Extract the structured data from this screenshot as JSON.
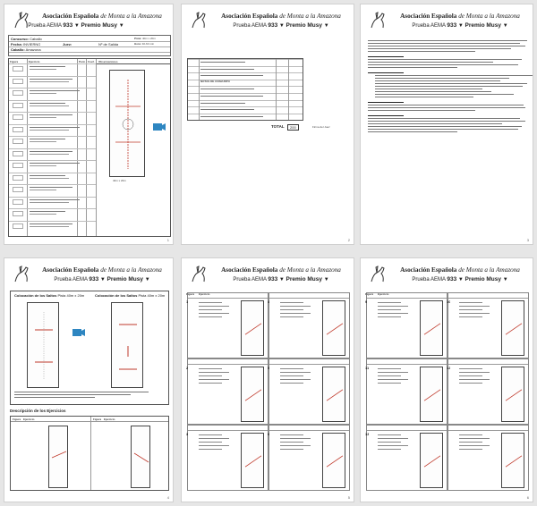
{
  "header": {
    "assoc_prefix": "Asociación Española",
    "assoc_de": "de",
    "assoc_mid": "Monta a la",
    "assoc_suffix": "Amazona",
    "prueba": "Prueba AEMA",
    "prueba_num": "933",
    "premio": "Premio Musy",
    "triangle": "▼"
  },
  "pages": {
    "p1_num": "1",
    "p2_num": "2",
    "p3_num": "3",
    "p4_num": "4",
    "p5_num": "5",
    "p6_num": "6"
  },
  "form": {
    "concurso_label": "Concurso:",
    "concurso_value": "Caballo",
    "fecha_label": "Fecha:",
    "fecha_value": "INVIERNO",
    "caballo_label": "Caballo:",
    "caballo_value": "Amazona",
    "juez_label": "Juez:",
    "pista_label": "Pista:",
    "pista_value": "40m x 20m",
    "hora_label": "Hora:",
    "hora_value": "40-60 min",
    "n_label": "Nº de Salida"
  },
  "table": {
    "figura": "Figura",
    "ejercicio": "Ejercicio",
    "punt": "Punt.",
    "coef": "Coef.",
    "obs": "Observaciones",
    "notas": "NOTAS DE CONJUNTO",
    "total": "TOTAL",
    "total_value": "200",
    "firma": "Firma del Juez"
  },
  "p4": {
    "left_title": "Colocación de los Saltos",
    "right_title": "Colocación de los Saltos",
    "pista": "Pista 40m x 20m",
    "desc_title": "Descripción de los Ejercicios",
    "figura": "Figura",
    "ejercicio": "Ejercicio"
  },
  "p5": {
    "figura": "Figura",
    "ejercicio": "Ejercicio",
    "n1": "1",
    "n2": "2",
    "n3": "3",
    "n4": "4",
    "n5": "5",
    "n6": "6"
  },
  "p6": {
    "figura": "Figura",
    "ejercicio": "Ejercicio",
    "n9": "9",
    "n10": "10",
    "n11": "11",
    "n12": "12",
    "n13": "13"
  },
  "colors": {
    "red": "#c0392b",
    "yellow": "#f1c40f",
    "grid": "#888888"
  }
}
